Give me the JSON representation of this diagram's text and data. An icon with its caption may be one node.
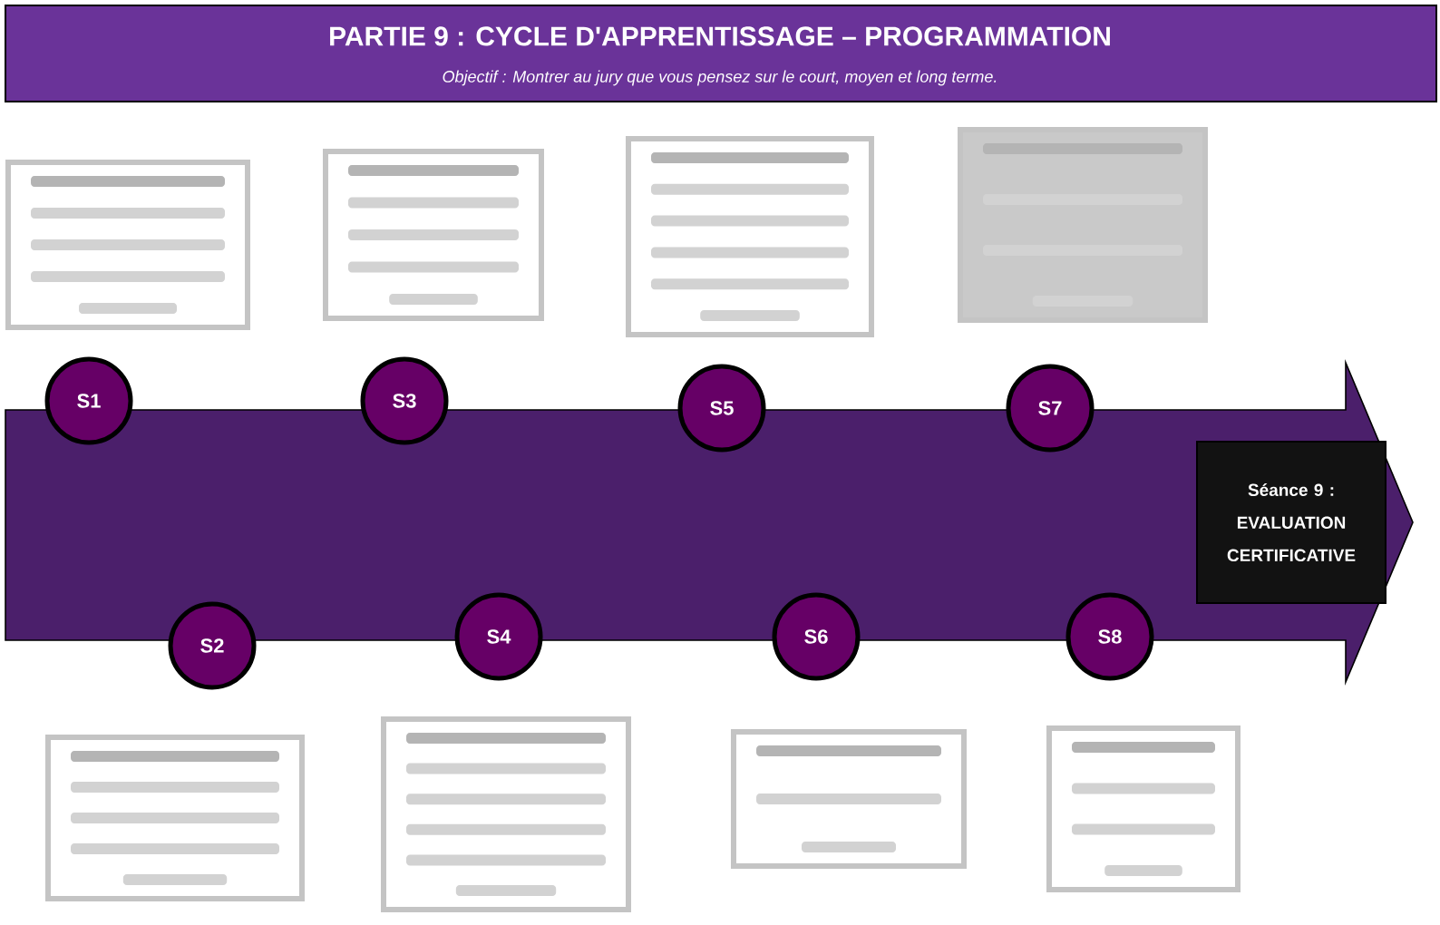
{
  "diagram": {
    "title": "PARTIE 9 : CYCLE D'APPRENTISSAGE – PROGRAMMATION",
    "nodes": [
      {
        "text": [],
        "shape": "box"
      },
      {
        "text": [],
        "shape": "box"
      },
      {
        "text": [],
        "shape": "box"
      },
      {
        "text": [],
        "shape": "box"
      },
      {
        "text": [
          "S1"
        ]
      },
      {
        "text": [
          "S2"
        ]
      },
      {
        "text": [
          "S3"
        ]
      },
      {
        "text": [
          "S4"
        ]
      },
      {
        "text": [
          "S5"
        ]
      },
      {
        "text": [
          "S6"
        ]
      },
      {
        "text": [
          "S7"
        ]
      },
      {
        "text": [
          "S8"
        ]
      },
      {
        "text": [
          "Séance 9 :",
          "EVALUATION CERTIFICATIVE"
        ]
      },
      {
        "text": [],
        "shape": "box"
      },
      {
        "text": [],
        "shape": "box"
      },
      {
        "text": [],
        "shape": "box"
      },
      {
        "text": [],
        "shape": "box"
      }
    ],
    "labels": [
      "Objectif : Montrer au jury que vous pensez sur le court, moyen et long terme."
    ]
  }
}
